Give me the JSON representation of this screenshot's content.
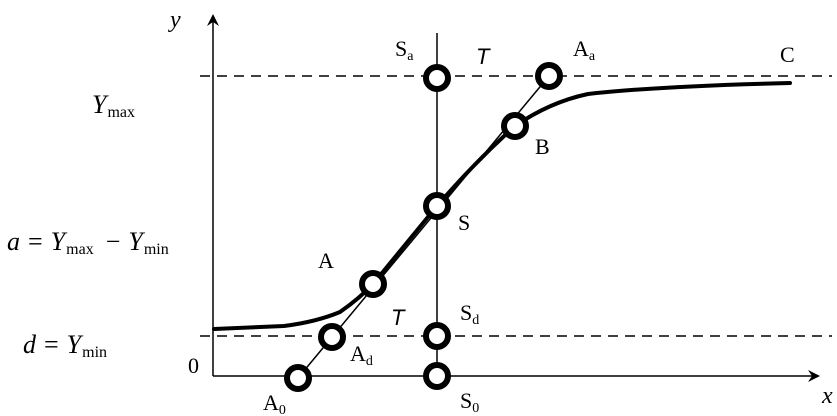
{
  "diagram": {
    "axes": {
      "x_label": "x",
      "y_label": "y",
      "origin_label": "0"
    },
    "levels": {
      "ymax": {
        "main": "Y",
        "sub": "max"
      },
      "amplitude": {
        "a": "a",
        "eq": "=",
        "y1": "Y",
        "s1": "max",
        "minus": "−",
        "y2": "Y",
        "s2": "min"
      },
      "dmin": {
        "d": "d",
        "eq": "=",
        "y": "Y",
        "sub": "min"
      }
    },
    "points": {
      "Sa": {
        "main": "S",
        "sub": "a"
      },
      "Aa": {
        "main": "A",
        "sub": "a"
      },
      "C": "C",
      "B": "B",
      "S": "S",
      "A": "A",
      "Sd": {
        "main": "S",
        "sub": "d"
      },
      "Ad": {
        "main": "A",
        "sub": "d"
      },
      "A0": {
        "main": "A",
        "sub": "0"
      },
      "S0": {
        "main": "S",
        "sub": "0"
      }
    },
    "tangent_labels": {
      "upper": "T",
      "lower": "T"
    }
  }
}
